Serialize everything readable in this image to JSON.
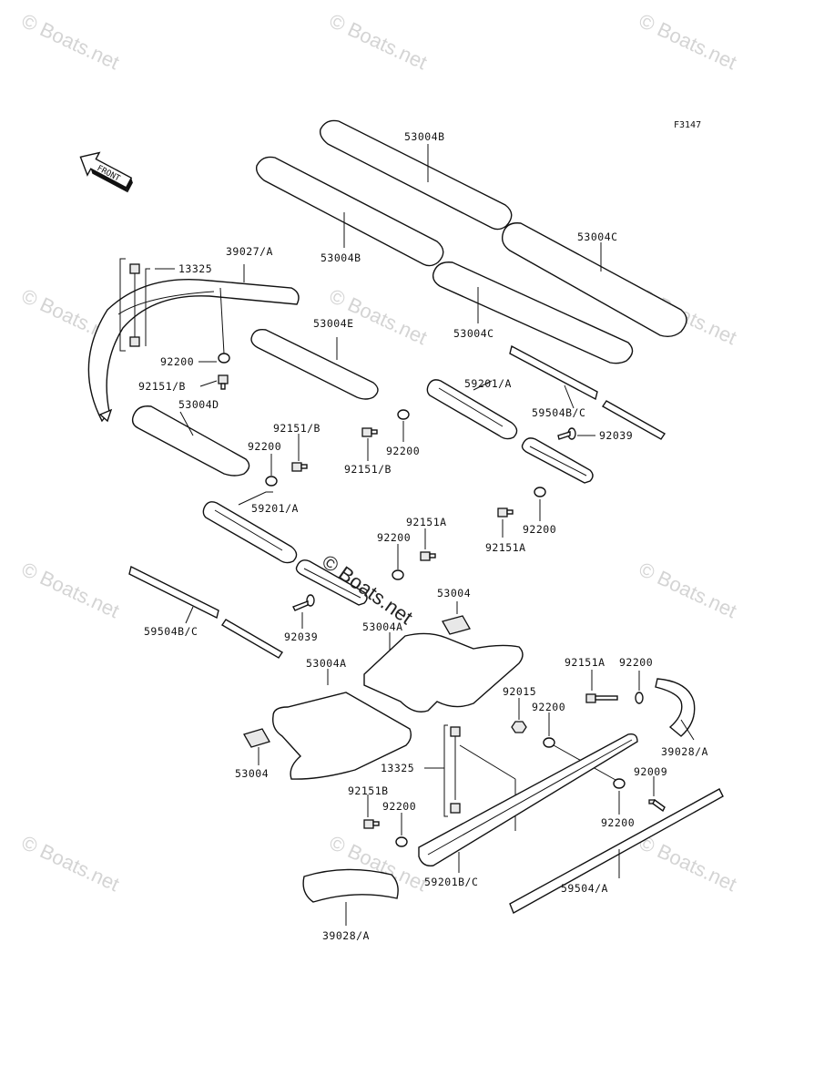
{
  "diagram": {
    "figure_code": "F3147",
    "front_label": "FRONT",
    "watermark_text": "© Boats.net",
    "center_watermark": "© Boats.net",
    "parts": {
      "p53004B_top": "53004B",
      "p53004B_mid": "53004B",
      "p53004C_right": "53004C",
      "p53004C_mid": "53004C",
      "p39027A": "39027/A",
      "p13325_top": "13325",
      "p53004E": "53004E",
      "p92200_a": "92200",
      "p92151B_a": "92151/B",
      "p53004D": "53004D",
      "p92151B_b": "92151/B",
      "p92200_b": "92200",
      "p59201A_a": "59201/A",
      "p59201A_b": "59201/A",
      "p59504BC_a": "59504B/C",
      "p92039_a": "92039",
      "p92200_c": "92200",
      "p92151B_c": "92151/B",
      "p92200_d": "92200",
      "p92151A_a": "92151A",
      "p92151A_b": "92151A",
      "p92200_e": "92200",
      "p59504BC_b": "59504B/C",
      "p92039_b": "92039",
      "p53004_a": "53004",
      "p53004A_a": "53004A",
      "p53004A_b": "53004A",
      "p92151A_c": "92151A",
      "p92200_f": "92200",
      "p92015": "92015",
      "p92200_g": "92200",
      "p39028A_a": "39028/A",
      "p53004_b": "53004",
      "p13325_bottom": "13325",
      "p92009": "92009",
      "p92151B_d": "92151B",
      "p92200_h": "92200",
      "p92200_i": "92200",
      "p59201BC": "59201B/C",
      "p59504A": "59504/A",
      "p39028A_b": "39028/A"
    }
  }
}
